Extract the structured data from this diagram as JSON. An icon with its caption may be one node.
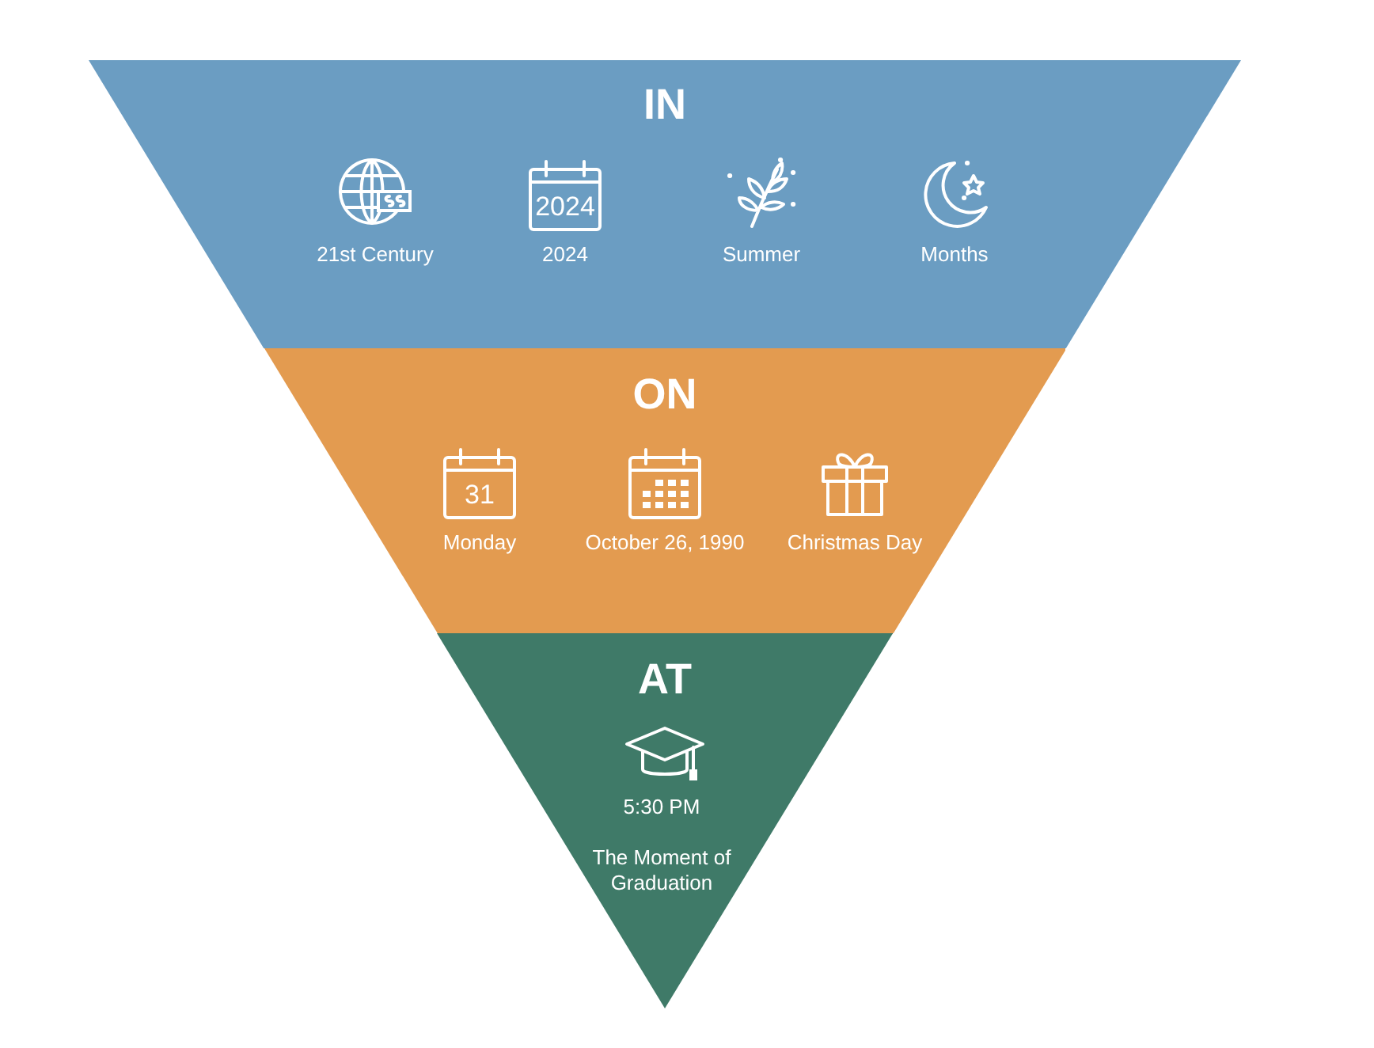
{
  "diagram": {
    "nodes": [
      {
        "text": [
          "IN",
          "21st Century",
          "2024",
          "Summer",
          "Months"
        ]
      },
      {
        "text": [
          "ON",
          "Monday",
          "October 26, 1990",
          "Christmas Day"
        ]
      },
      {
        "text": [
          "AT",
          "5:30 PM",
          "The Moment of Graduation"
        ]
      }
    ],
    "labels": [
      "2024",
      "31"
    ]
  }
}
